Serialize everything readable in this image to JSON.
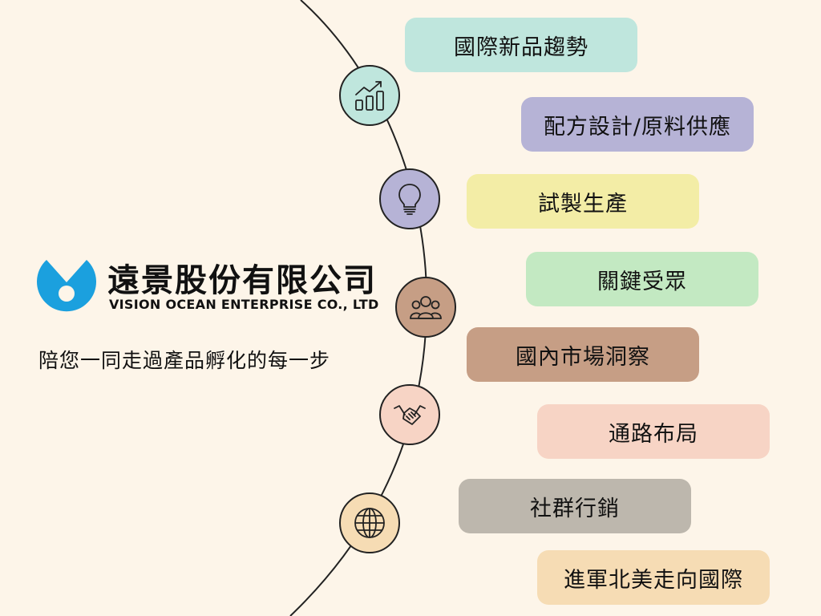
{
  "company": {
    "name_cn": "遠景股份有限公司",
    "name_en": "VISION OCEAN ENTERPRISE CO., LTD",
    "tagline": "陪您一同走過產品孵化的每一步",
    "logo_color": "#1ba0de"
  },
  "steps": [
    {
      "label": "國際新品趨勢",
      "color": "#bfe6dd"
    },
    {
      "label": "配方設計/原料供應",
      "color": "#b6b3d6"
    },
    {
      "label": "試製生產",
      "color": "#f3eda6"
    },
    {
      "label": "關鍵受眾",
      "color": "#c3e9c2"
    },
    {
      "label": "國內市場洞察",
      "color": "#c69e85"
    },
    {
      "label": "通路布局",
      "color": "#f7d4c5"
    },
    {
      "label": "社群行銷",
      "color": "#bdb7ad"
    },
    {
      "label": "進軍北美走向國際",
      "color": "#f6dcb4"
    }
  ],
  "icons": [
    {
      "name": "growth-chart-icon",
      "color": "#bfe6dd"
    },
    {
      "name": "lightbulb-icon",
      "color": "#b6b3d6"
    },
    {
      "name": "people-group-icon",
      "color": "#c69e85"
    },
    {
      "name": "handshake-icon",
      "color": "#f7d4c5"
    },
    {
      "name": "globe-icon",
      "color": "#f6dcb4"
    }
  ]
}
